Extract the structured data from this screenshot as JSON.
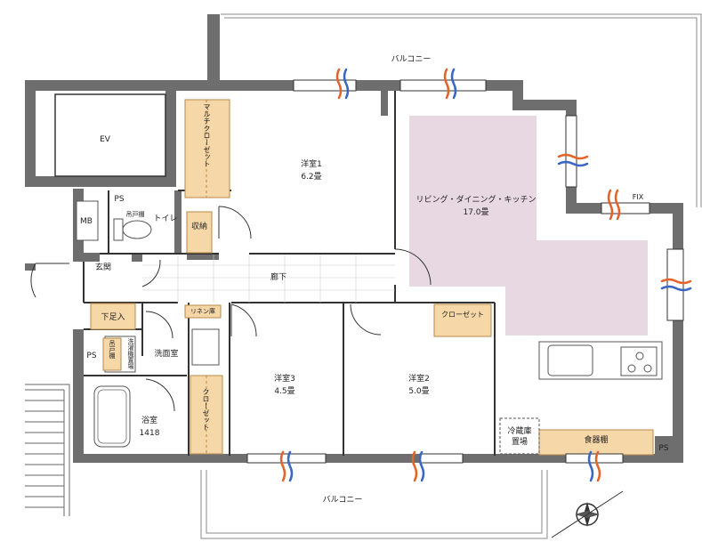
{
  "balcony_top": "バルコニー",
  "balcony_bottom": "バルコニー",
  "ev": "EV",
  "mb": "MB",
  "ps_top": "PS",
  "ps_left": "PS",
  "ps_right": "PS",
  "fix": "FIX",
  "rooms": {
    "western1": {
      "name": "洋室1",
      "size": "6.2畳"
    },
    "ldk": {
      "name": "リビング・ダイニング・キッチン",
      "size": "17.0畳"
    },
    "western3": {
      "name": "洋室3",
      "size": "4.5畳"
    },
    "western2": {
      "name": "洋室2",
      "size": "5.0畳"
    },
    "bath": {
      "name": "浴室",
      "size": "1418"
    }
  },
  "multi_closet": "マルチクローゼット",
  "hanging_shelf": "吊戸棚",
  "toilet": "トイレ",
  "storage": "収納",
  "entrance": "玄関",
  "corridor": "廊下",
  "shoe_box": "下足入",
  "linen": "リネン庫",
  "washer": "洗濯機置場",
  "drawer": "吊戸棚",
  "washroom": "洗面室",
  "closet_right": "クローゼット",
  "closet_left": "クローゼット",
  "fridge": "冷蔵庫\n置場",
  "fridge_line1": "冷蔵庫",
  "fridge_line2": "置場",
  "dish_shelf": "食器棚",
  "colors": {
    "wall": "#6e6e6e",
    "ldk_floor": "#e8d8e2",
    "storage_fill": "#f6d7a8",
    "storage_stroke": "#b88a4a",
    "arrow_warm": "#e2642a",
    "arrow_cool": "#3a66c4"
  }
}
